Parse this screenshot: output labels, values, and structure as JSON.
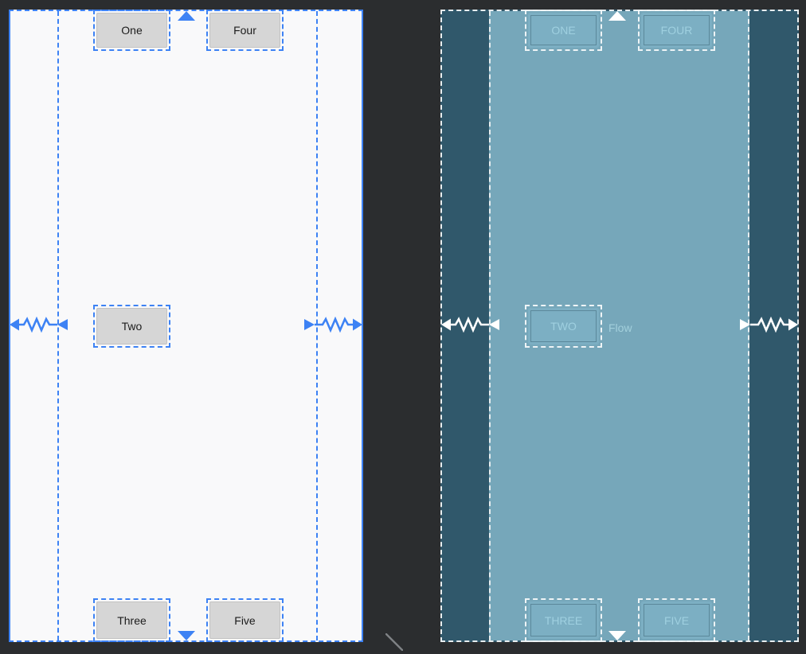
{
  "editor": {
    "description": "ConstraintLayout Flow sample shown in design view and blueprint view"
  },
  "design_view": {
    "widgets": [
      {
        "id": "one",
        "label": "One"
      },
      {
        "id": "four",
        "label": "Four"
      },
      {
        "id": "two",
        "label": "Two"
      },
      {
        "id": "three",
        "label": "Three"
      },
      {
        "id": "five",
        "label": "Five"
      }
    ]
  },
  "blueprint_view": {
    "widgets": [
      {
        "id": "one",
        "label": "ONE"
      },
      {
        "id": "four",
        "label": "FOUR"
      },
      {
        "id": "two",
        "label": "TWO"
      },
      {
        "id": "three",
        "label": "THREE"
      },
      {
        "id": "five",
        "label": "FIVE"
      }
    ],
    "flow_label": "Flow"
  },
  "icons": {
    "top_constraint": "arrow-up-triangle",
    "bottom_constraint": "arrow-down-triangle",
    "horizontal_chain": "spring-zigzag-with-arrows",
    "resize": "diagonal-resize-handle"
  },
  "colors": {
    "canvas_background": "#2b2d2f",
    "design_accent": "#3d82f4",
    "design_surface": "#f9f9fa",
    "design_widget_fill": "#d6d6d6",
    "design_widget_text": "#1c1c1c",
    "blueprint_root": "#30586b",
    "blueprint_flow_area": "#76a7ba",
    "blueprint_widget_fill": "#7cafc3",
    "blueprint_text": "#9fd0e0",
    "blueprint_lines": "#e8eef0"
  }
}
